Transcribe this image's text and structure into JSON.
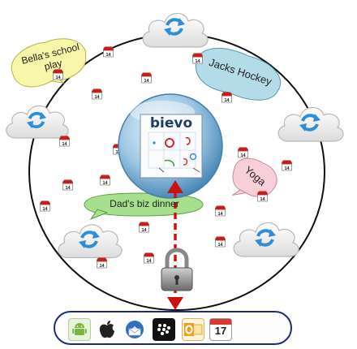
{
  "center": {
    "logo_text": "bievo"
  },
  "events": {
    "bella": "Bella's school play",
    "jacks": "Jacks Hockey",
    "yoga": "Yoga",
    "dad": "Dad's biz dinner"
  },
  "calendar_badge_text": "14",
  "platform_icons": [
    {
      "name": "android-icon",
      "color": "#7cb342"
    },
    {
      "name": "apple-icon",
      "color": "#222222"
    },
    {
      "name": "thunderbird-icon",
      "color": "#2f6fc0"
    },
    {
      "name": "blackberry-icon",
      "color": "#111111"
    },
    {
      "name": "outlook-icon",
      "color": "#f0a020"
    },
    {
      "name": "ical-icon",
      "text": "17",
      "color": "#d93a2b"
    },
    {
      "name": "google-icon",
      "color": "#4285f4"
    }
  ],
  "colors": {
    "ring": "#111111",
    "cloud_fill": "#f3f3f3",
    "sync_icon": "#2e8fd6",
    "arrow": "#cc1111",
    "bella_bubble": "#f7f6a9",
    "jacks_bubble": "#b4dbe8",
    "yoga_bubble": "#f6cfd8",
    "dad_bubble": "#a6e08e",
    "dock_border": "#1d2b78"
  }
}
